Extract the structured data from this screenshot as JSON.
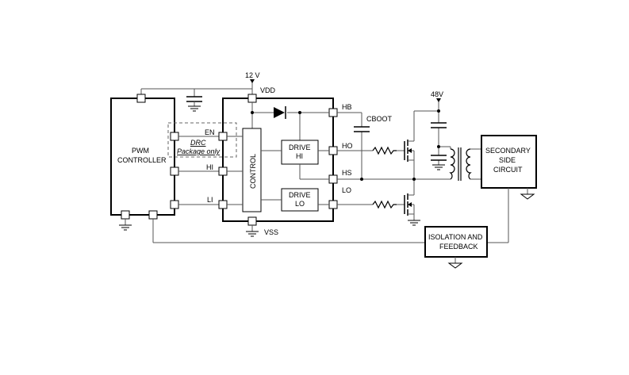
{
  "labels": {
    "supply_12v": "12 V",
    "vdd": "VDD",
    "hb": "HB",
    "cboot": "CBOOT",
    "supply_48v": "48V",
    "ho": "HO",
    "hs": "HS",
    "lo": "LO",
    "en": "EN",
    "hi": "HI",
    "li": "LI",
    "vss": "VSS",
    "drc": "DRC",
    "package_only": "Package only",
    "control": "CONTROL",
    "drive_hi_1": "DRIVE",
    "drive_hi_2": "HI",
    "drive_lo_1": "DRIVE",
    "drive_lo_2": "LO",
    "pwm_1": "PWM",
    "pwm_2": "CONTROLLER",
    "secondary_1": "SECONDARY",
    "secondary_2": "SIDE",
    "secondary_3": "CIRCUIT",
    "isolation_1": "ISOLATION AND",
    "isolation_2": "FEEDBACK"
  }
}
